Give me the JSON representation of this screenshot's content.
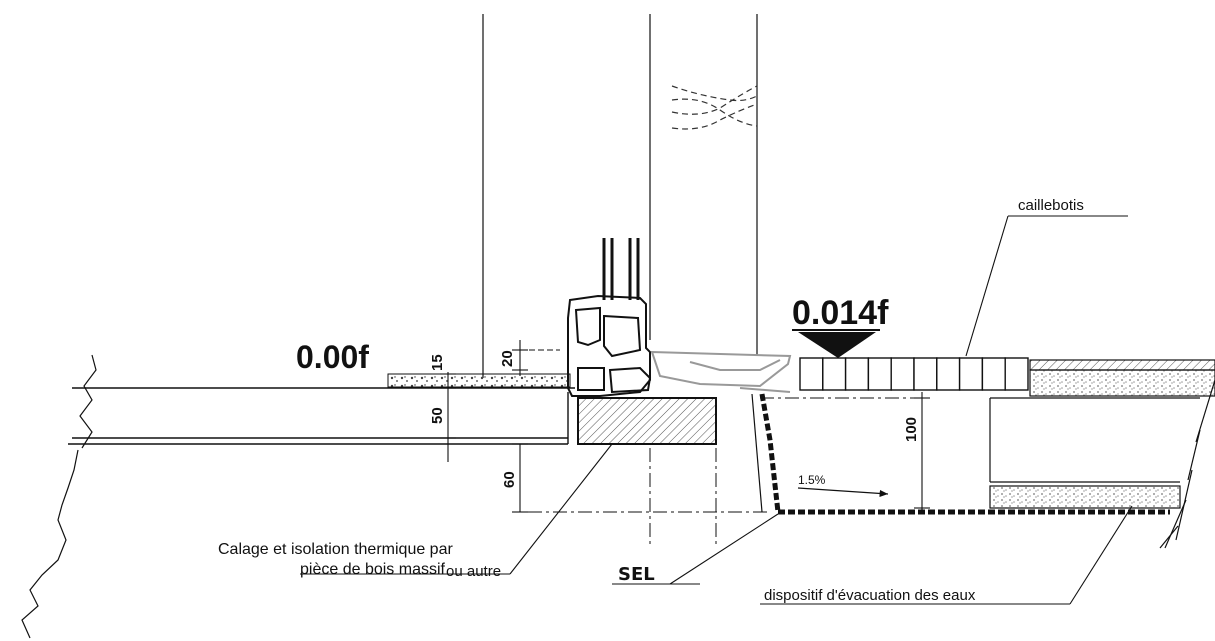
{
  "drawing": {
    "levels": {
      "interior": "0.00f",
      "exterior": "0.014f"
    },
    "dimensions": {
      "d15": "15",
      "d20": "20",
      "d50": "50",
      "d60": "60",
      "d100": "100",
      "slope": "1.5%"
    },
    "labels": {
      "caillebotis": "caillebotis",
      "calage_line1": "Calage et isolation thermique par",
      "calage_line2_a": "pièce de bois massif",
      "calage_line2_b": "ou autre",
      "sel": "SEL",
      "drain": "dispositif d'évacuation des eaux"
    },
    "colors": {
      "ink": "#111111",
      "hatch": "#555555",
      "grating_fill": "#ffffff",
      "gravel": "#888888"
    }
  }
}
